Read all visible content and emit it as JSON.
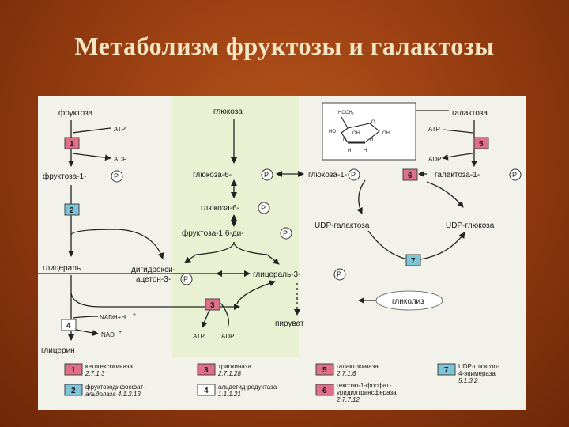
{
  "slide": {
    "title": "Метаболизм фруктозы и галактозы"
  },
  "diagram": {
    "fructose": "фруктоза",
    "atp1": "ATP",
    "adp1": "ADP",
    "fructose1p": "фруктоза-1-",
    "glyceraldehyde": "глицераль",
    "nadh": "NADH+H",
    "nad": "NAD",
    "glycerol": "глицерин",
    "glucose": "глюкоза",
    "glucose6p_a": "глюкоза-6-",
    "glucose6p_b": "глюкоза-6-",
    "fructose16": "фруктоза-1,6-ди-",
    "dhap_line1": "дигидрокси-",
    "dhap_line2": "ацетон-3-",
    "ga3p": "глицераль-3-",
    "pyruvate": "пируват",
    "atp3": "ATP",
    "adp3": "ADP",
    "glucose1p": "глюкоза-1-",
    "galactose": "галактоза",
    "atp5": "ATP",
    "adp5": "ADP",
    "galactose1p": "галактоза-1-",
    "udp_gal": "UDP-галактоза",
    "udp_glc": "UDP-глюкоза",
    "glycolysis": "гликолиз",
    "phosphate": "P",
    "plus": "+",
    "enz": {
      "n1": "1",
      "n2": "2",
      "n3": "3",
      "n4": "4",
      "n5": "5",
      "n6": "6",
      "n7": "7"
    },
    "ring": {
      "ch2oh": "HOCH₂",
      "ho": "HO",
      "oh1": "OH",
      "oh2": "OH",
      "h1": "H",
      "h2": "H",
      "h3": "H",
      "h4": "H",
      "o": "O"
    }
  },
  "legend": [
    {
      "num": "1",
      "line1": "кетогексокиназа",
      "line2": "2.7.1.3"
    },
    {
      "num": "2",
      "line1": "фруктозодифосфат-",
      "line2": "альдолаза 4.1.2.13"
    },
    {
      "num": "3",
      "line1": "триокиназа",
      "line2": "2.7.1.28"
    },
    {
      "num": "4",
      "line1": "альдегид-редуктаза",
      "line2": "1.1.1.21"
    },
    {
      "num": "5",
      "line1": "галактокиназа",
      "line2": "2.7.1.6"
    },
    {
      "num": "6",
      "line1": "гексозо-1-фосфат-",
      "line2": "уридилтрансфераза",
      "line3": "2.7.7.12"
    },
    {
      "num": "7",
      "line1": "UDP-глюкозо-",
      "line2": "4-эпимераза",
      "line3": "5.1.3.2"
    }
  ],
  "colors": {
    "background": "#9a3f12",
    "title": "#f3e6c4",
    "panel": "#f2f2ea",
    "center_band": "#e9f1d3",
    "pink": "#e0708a",
    "blue": "#7cc4d6",
    "white_box": "#ffffff"
  }
}
